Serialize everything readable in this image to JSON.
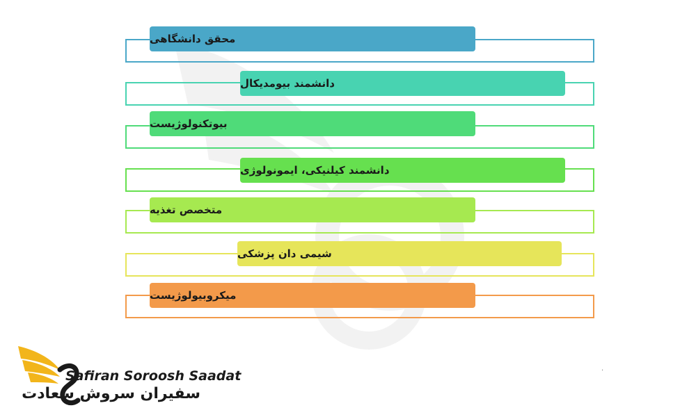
{
  "items": [
    {
      "label": "محقق دانشگاهی",
      "color": "#4aa7c8",
      "border": "#4aa7c8"
    },
    {
      "label": "دانشمند بیومدیکال",
      "color": "#48d3b1",
      "border": "#48d3b1"
    },
    {
      "label": "بیوتکنولوژیست",
      "color": "#4fdb79",
      "border": "#4fdb79"
    },
    {
      "label": "دانشمند کیلنیکی، ایمونولوژی",
      "color": "#66e04f",
      "border": "#66e04f"
    },
    {
      "label": "متخصص تغذیه",
      "color": "#a6e950",
      "border": "#a6e950"
    },
    {
      "label": "شیمی دان پزشکی",
      "color": "#e6e55a",
      "border": "#e6e55a"
    },
    {
      "label": "میکروبیولوژیست",
      "color": "#f39a4a",
      "border": "#f39a4a"
    }
  ],
  "logo": {
    "name_en": "Safiran Soroosh Saadat",
    "name_fa": "سفیران سروش سعادت",
    "wing_color": "#f2b51b"
  },
  "footnote": "·"
}
